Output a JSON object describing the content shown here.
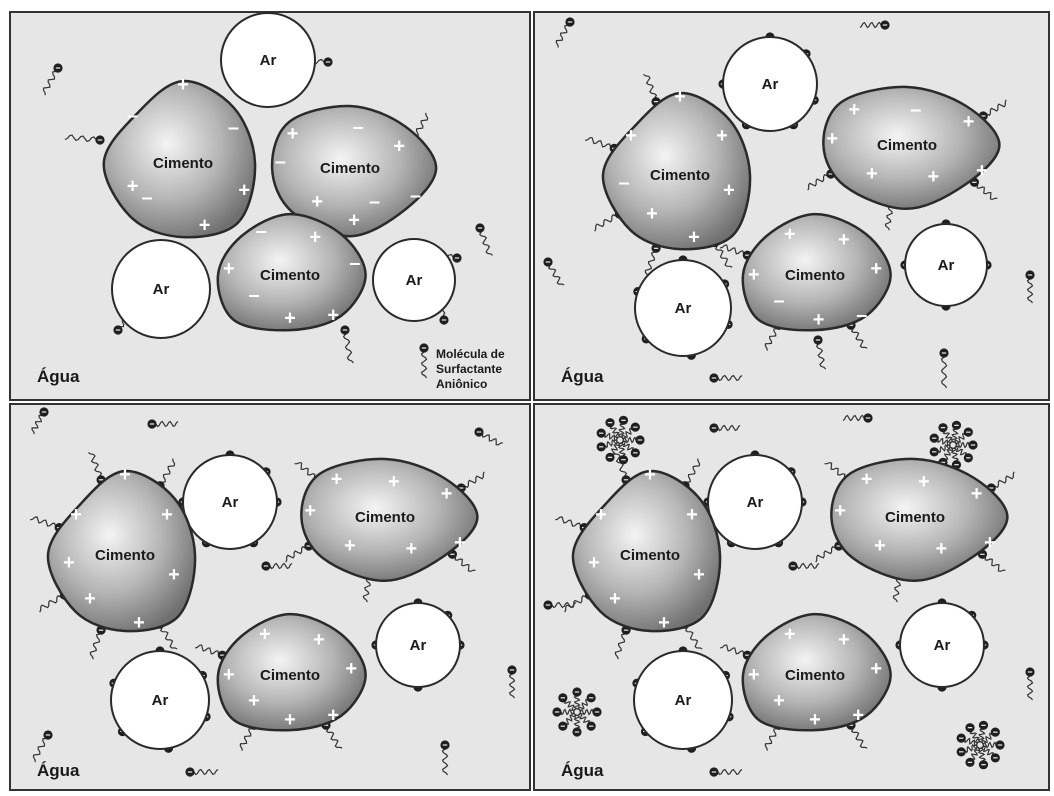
{
  "labels": {
    "cement": "Cimento",
    "air": "Ar",
    "water": "Água"
  },
  "legend": {
    "line1": "Molécula de",
    "line2": "Surfactante",
    "line3": "Aniônico"
  },
  "colors": {
    "background": "#e6e6e6",
    "cement_light": "#f2f2f2",
    "cement_dark": "#6f6f6f",
    "outline": "#2a2a2a",
    "air": "#ffffff"
  }
}
